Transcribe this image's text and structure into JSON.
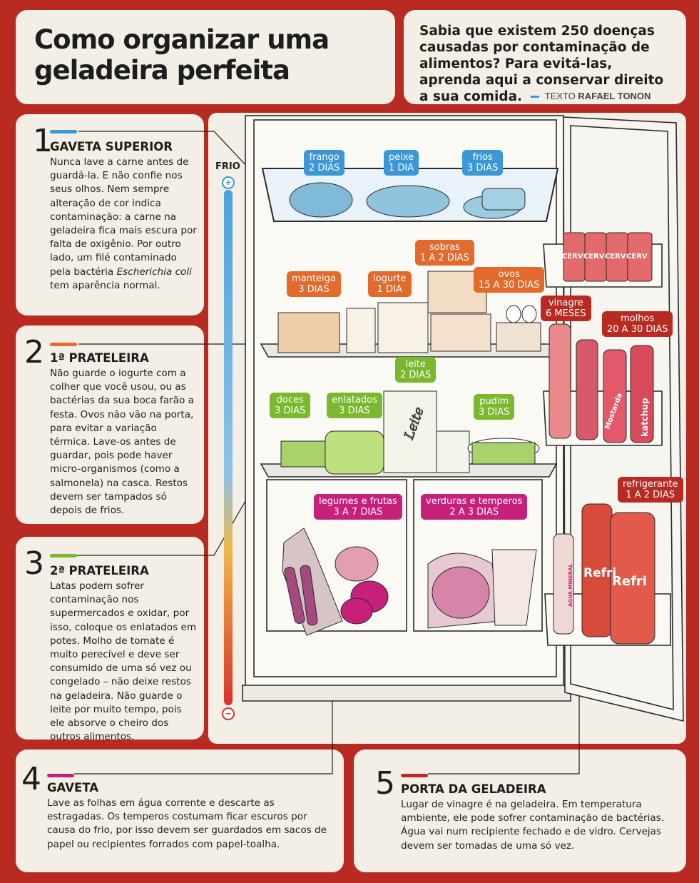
{
  "header": {
    "title_line1": "Como organizar uma",
    "title_line2": "geladeira perfeita",
    "intro": "Sabia que existem 250 doenças causadas por contaminação de alimentos? Para evitá-las, aprenda aqui a conservar direito a sua comida.",
    "credit_label": "TEXTO",
    "credit_name": "RAFAEL TONON"
  },
  "scale": {
    "label": "FRIO",
    "plus": "+",
    "minus": "−"
  },
  "sections": [
    {
      "number": "1",
      "title": "GAVETA SUPERIOR",
      "stripe_color": "#3b97d6",
      "body_before_italic": "Nunca lave a carne antes de guardá-la. E não confie nos seus olhos. Nem sempre alteração de cor indica contaminação: a carne na geladeira fica mais escura por falta de oxigênio. Por outro lado, um filé contaminado pela bactéria ",
      "body_italic": "Escherichia coli",
      "body_after_italic": " tem aparência normal."
    },
    {
      "number": "2",
      "title": "1ª PRATELEIRA",
      "stripe_color": "#e26a2c",
      "body": "Não guarde o iogurte com a colher que você usou, ou as bactérias da sua boca farão a festa. Ovos não vão na porta, para evitar a variação térmica. Lave-os antes de guardar, pois pode haver micro-organismos (como a salmonela) na casca. Restos devem ser tampados só depois de frios."
    },
    {
      "number": "3",
      "title": "2ª PRATELEIRA",
      "stripe_color": "#7ab82e",
      "body": "Latas podem sofrer contaminação nos supermercados e oxidar, por isso, coloque os enlatados em potes. Molho de tomate é muito perecível e deve ser consumido de uma só vez ou congelado – não deixe restos na geladeira. Não guarde o leite por muito tempo, pois ele absorve o cheiro dos outros alimentos."
    },
    {
      "number": "4",
      "title": "GAVETA",
      "stripe_color": "#c6207a",
      "body": "Lave as folhas em água corrente e descarte as estragadas. Os temperos costumam ficar escuros por causa do frio, por isso devem ser guardados em sacos de papel ou recipientes forrados com papel-toalha."
    },
    {
      "number": "5",
      "title": "PORTA DA GELADEIRA",
      "stripe_color": "#b82a22",
      "body": "Lugar de vinagre é na geladeira. Em temperatura ambiente, ele pode sofrer contaminação de bactérias. Água vai num recipiente fechado e de vidro. Cervejas devem ser tomadas de uma só vez."
    }
  ],
  "tags": {
    "frango": [
      "frango",
      "2 DIAS"
    ],
    "peixe": [
      "peixe",
      "1 DIA"
    ],
    "frios": [
      "frios",
      "3 DIAS"
    ],
    "sobras": [
      "sobras",
      "1 A 2 DIAS"
    ],
    "manteiga": [
      "manteiga",
      "3 DIAS"
    ],
    "iogurte": [
      "iogurte",
      "1 DIA"
    ],
    "ovos": [
      "ovos",
      "15 A 30 DIAS"
    ],
    "vinagre": [
      "vinagre",
      "6 MESES"
    ],
    "molhos": [
      "molhos",
      "20 A 30 DIAS"
    ],
    "leite": [
      "leite",
      "2 DIAS"
    ],
    "doces": [
      "doces",
      "3 DIAS"
    ],
    "enlatados": [
      "enlatados",
      "3 DIAS"
    ],
    "pudim": [
      "pudim",
      "3 DIAS"
    ],
    "refrigerante": [
      "refrigerante",
      "1 A 2 DIAS"
    ],
    "legumes": [
      "legumes e frutas",
      "3 A 7 DIAS"
    ],
    "verduras": [
      "verduras e temperos",
      "2 A 3 DIAS"
    ]
  },
  "labels": {
    "beer": "CERVEJA",
    "leite_box": "Leite",
    "ketchup": "katchup",
    "refri": "Refri",
    "mostarda": "Mostarda",
    "agua": "ÁGUA MINERAL"
  },
  "colors": {
    "background": "#b82a22",
    "panel": "#f3efe6",
    "blue": "#3b97d6",
    "orange": "#e26a2c",
    "green": "#7ab82e",
    "magenta": "#c6207a"
  }
}
